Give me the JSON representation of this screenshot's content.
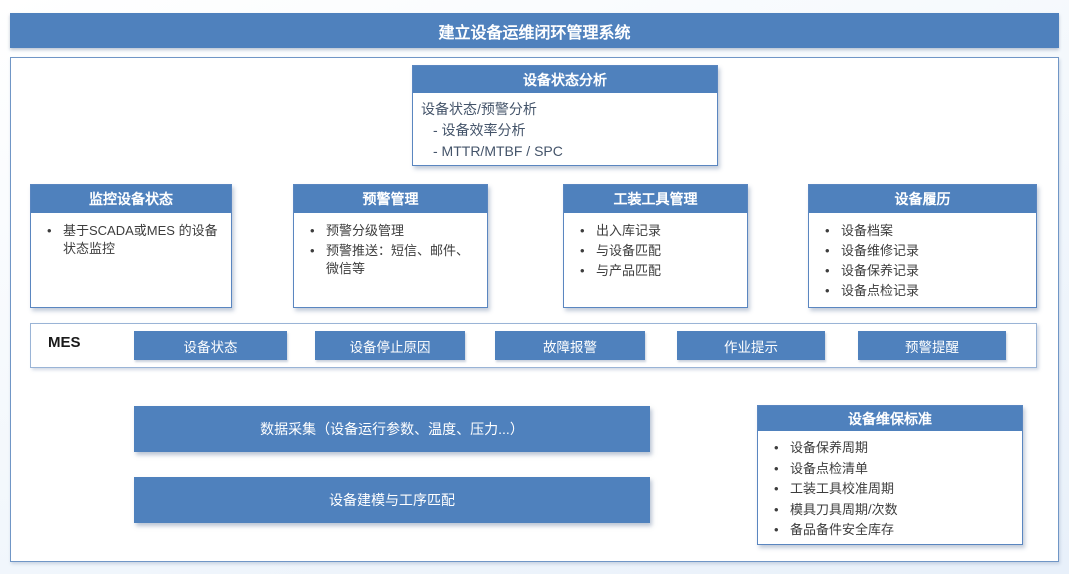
{
  "banner": {
    "title": "建立设备运维闭环管理系统"
  },
  "analysis_box": {
    "title": "设备状态分析",
    "lines": [
      "设备状态/预警分析",
      "- 设备效率分析",
      "- MTTR/MTBF / SPC"
    ]
  },
  "row_boxes": [
    {
      "title": "监控设备状态",
      "items": [
        "基于SCADA或MES 的设备状态监控"
      ]
    },
    {
      "title": "预警管理",
      "items": [
        "预警分级管理",
        "预警推送：短信、邮件、微信等"
      ]
    },
    {
      "title": "工装工具管理",
      "items": [
        "出入库记录",
        "与设备匹配",
        "与产品匹配"
      ]
    },
    {
      "title": "设备履历",
      "items": [
        "设备档案",
        "设备维修记录",
        "设备保养记录",
        "设备点检记录"
      ]
    }
  ],
  "mes_band": {
    "label": "MES",
    "boxes": [
      "设备状态",
      "设备停止原因",
      "故障报警",
      "作业提示",
      "预警提醒"
    ]
  },
  "bottom_bars": {
    "data_collection": "数据采集（设备运行参数、温度、压力...）",
    "modeling": "设备建模与工序匹配"
  },
  "maintenance_box": {
    "title": "设备维保标准",
    "items": [
      "设备保养周期",
      "设备点检清单",
      "工装工具校准周期",
      "模具刀具周期/次数",
      "备品备件安全库存"
    ]
  },
  "colors": {
    "primary_blue": "#4f81bd",
    "band_border": "#9ab4d6",
    "body_text": "#3d3d3d",
    "analysis_text": "#44546a",
    "background_tint": "#e8f0fa"
  }
}
